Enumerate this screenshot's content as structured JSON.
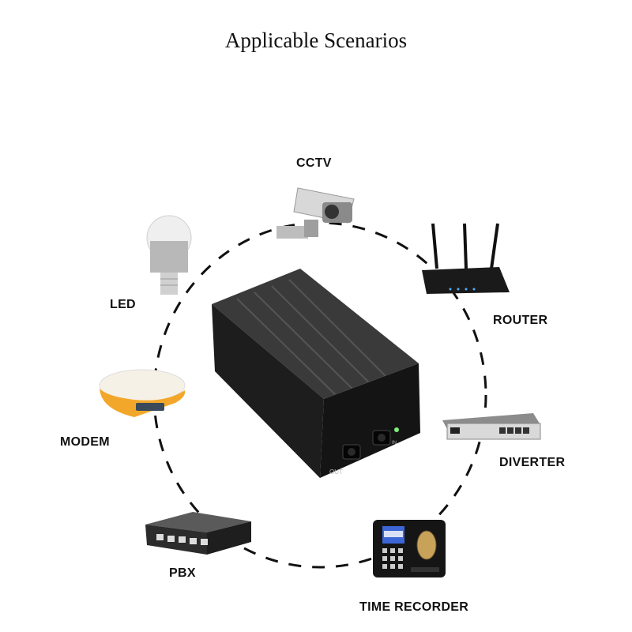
{
  "title": "Applicable Scenarios",
  "device": {
    "port_out": "OUT",
    "port_in": "IN"
  },
  "scenarios": [
    {
      "id": "cctv",
      "label": "CCTV",
      "icon": "cctv-camera-icon"
    },
    {
      "id": "router",
      "label": "ROUTER",
      "icon": "wifi-router-icon"
    },
    {
      "id": "diverter",
      "label": "DIVERTER",
      "icon": "network-switch-icon"
    },
    {
      "id": "time_recorder",
      "label": "TIME RECORDER",
      "icon": "fingerprint-time-recorder-icon"
    },
    {
      "id": "pbx",
      "label": "PBX",
      "icon": "ethernet-switch-icon"
    },
    {
      "id": "modem",
      "label": "MODEM",
      "icon": "modem-icon"
    },
    {
      "id": "led",
      "label": "LED",
      "icon": "led-bulb-icon"
    }
  ]
}
